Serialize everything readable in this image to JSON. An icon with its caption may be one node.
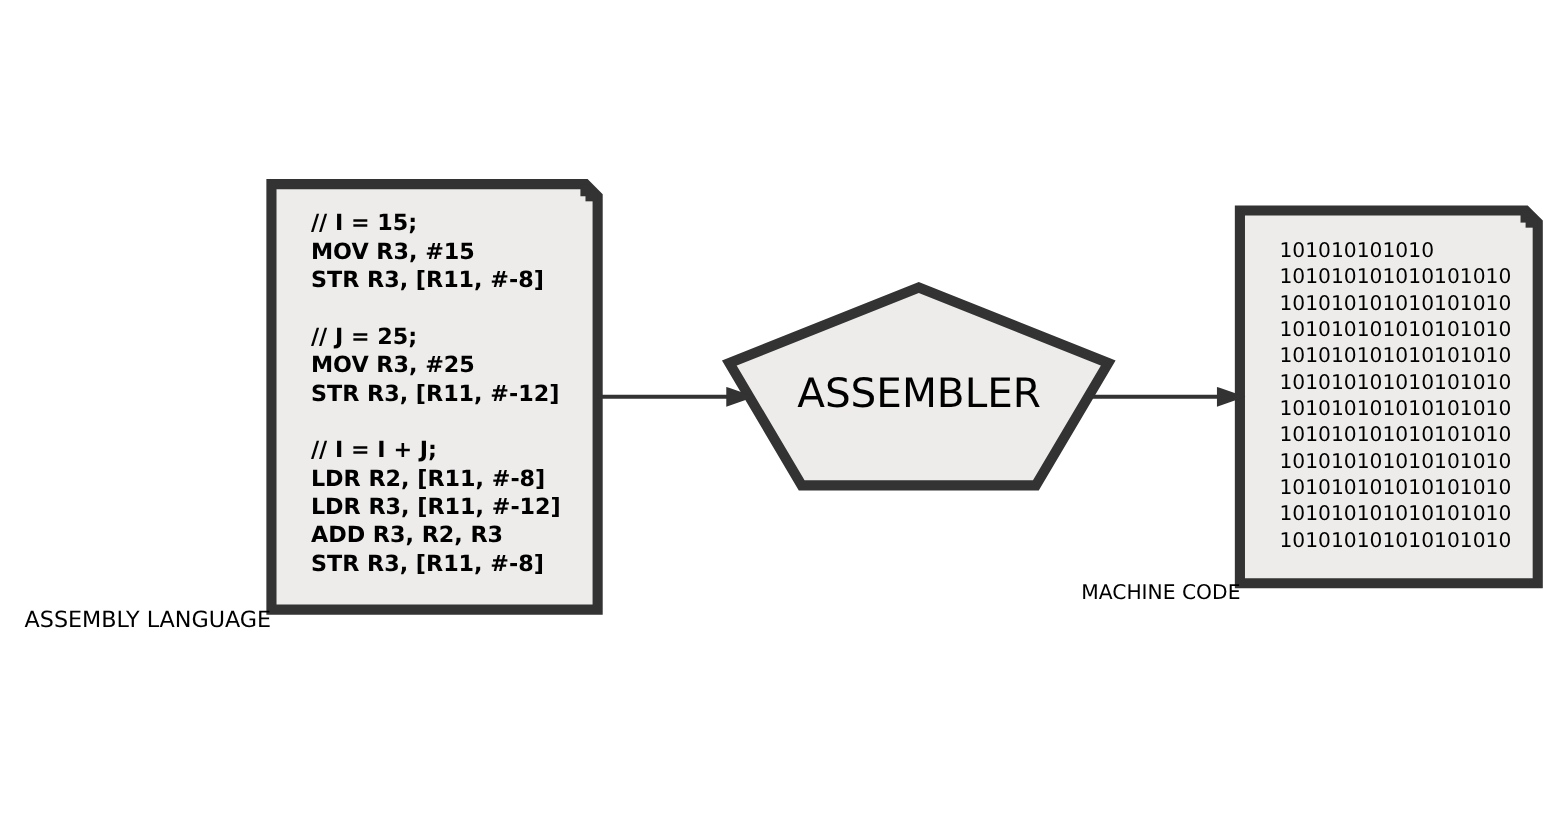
{
  "diagram": {
    "nodes": [
      {
        "text": [
          "// I = 15;",
          "MOV R3, #15",
          "STR R3, [R11, #-8]",
          "// J = 25;",
          "MOV R3, #25",
          "STR R3, [R11, #-12]",
          "// I = I + J;",
          "LDR R2, [R11, #-8]",
          "LDR R3, [R11, #-12]",
          "ADD R3, R2, R3",
          "STR R3, [R11, #-8]"
        ],
        "beside": [
          "ASSEMBLY LANGUAGE"
        ]
      },
      {
        "text": [
          "ASSEMBLER"
        ]
      },
      {
        "text": [
          "101010101010",
          "101010101010101010",
          "101010101010101010",
          "101010101010101010",
          "101010101010101010",
          "101010101010101010",
          "101010101010101010",
          "101010101010101010",
          "101010101010101010",
          "101010101010101010",
          "101010101010101010",
          "101010101010101010"
        ],
        "beside": [
          "MACHINE CODE"
        ]
      }
    ],
    "edges": [
      {
        "from": 0,
        "to": 1,
        "arrow": "to"
      },
      {
        "from": 1,
        "to": 2,
        "arrow": "to"
      }
    ]
  }
}
